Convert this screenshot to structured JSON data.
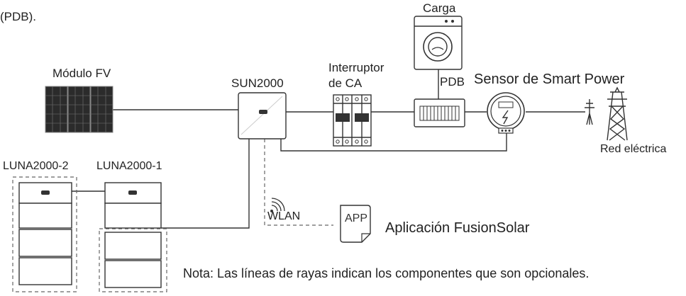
{
  "labels": {
    "pdb_top": "(PDB).",
    "carga": "Carga",
    "modulo_fv": "Módulo FV",
    "sun2000": "SUN2000",
    "interruptor_1": "Interruptor",
    "interruptor_2": "de CA",
    "pdb": "PDB",
    "sensor": "Sensor de Smart Power",
    "red": "Red eléctrica",
    "luna2": "LUNA2000-2",
    "luna1": "LUNA2000-1",
    "wlan": "WLAN",
    "app_icon": "APP",
    "app_name": "Aplicación FusionSolar",
    "nota": "Nota: Las líneas de rayas indican los componentes que son opcionales."
  },
  "colors": {
    "line": "#333333",
    "dashed": "#666666",
    "pv_panel": "#2b2b2b",
    "text": "#222222"
  },
  "icons": {
    "wlan": "wifi-icon",
    "app": "app-document-icon",
    "tower": "transmission-tower-icon"
  }
}
